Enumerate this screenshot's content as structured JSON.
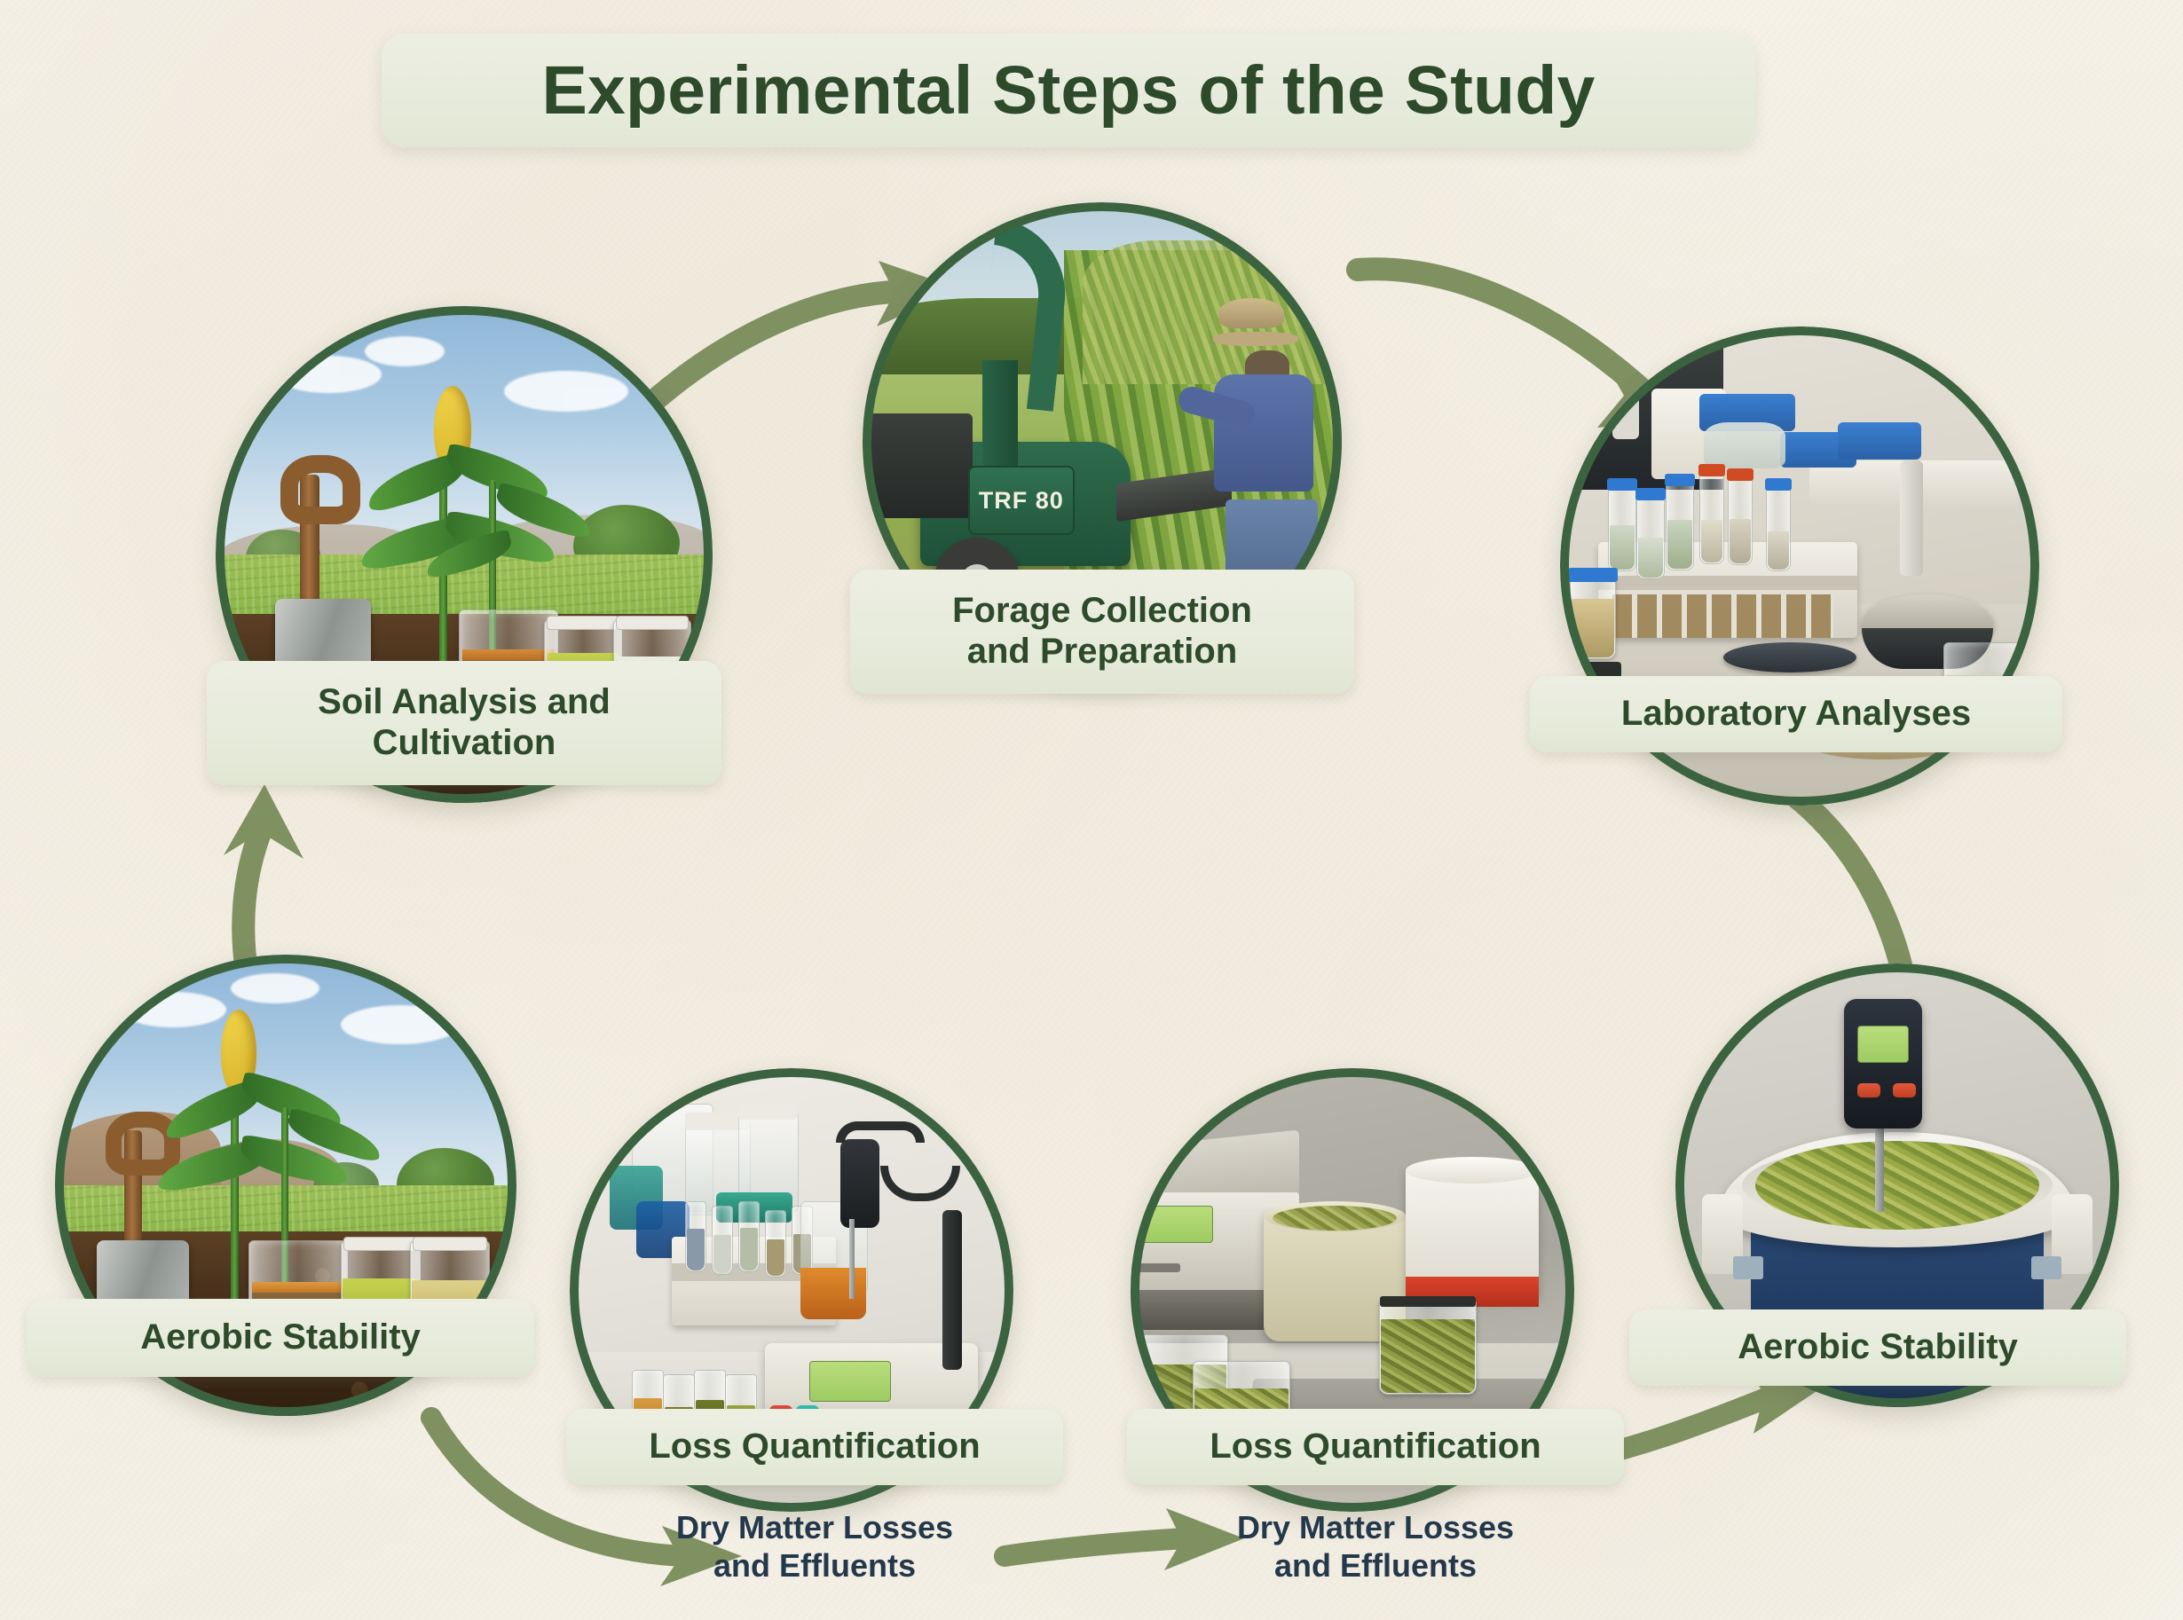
{
  "page": {
    "title": "Experimental Steps of the Study",
    "background_color": "#f6f2e8",
    "ring_color": "#3b6340",
    "arrow_color": "#7f9061",
    "chip_bg_color": "#e6ebdb",
    "chip_text_color": "#2d4a2b",
    "subtitle_text_color": "#24384c"
  },
  "steps": [
    {
      "id": "soil-analysis-and-cultivation",
      "label": "Soil Analysis and\nCultivation",
      "label_line1": "Soil Analysis and",
      "label_line2": "Cultivation",
      "subtitle": "",
      "image_description": "Garden spade in dark tilled soil beside a corn plant with a yellow ear, three sample jars with brown soil, green slurry and white liquid, green field and blue sky behind"
    },
    {
      "id": "forage-collection-and-preparation",
      "label": "Forage Collection\nand Preparation",
      "label_line1": "Forage Collection",
      "label_line2": "and Preparation",
      "subtitle": "",
      "machine_label": "TRF 80",
      "image_description": "Worker in blue shirt and tan hat feeding corn stalks into a green TRF 80 forage harvester in a field"
    },
    {
      "id": "laboratory-analyses",
      "label": "Laboratory Analyses",
      "label_line1": "Laboratory Analyses",
      "label_line2": "",
      "subtitle": "",
      "image_description": "Laboratory bench with a rack of sample tubes, blue-capped reagent bottles, petri dishes and ground sample containers"
    },
    {
      "id": "aerobic-stability-right",
      "label": "Aerobic Stability",
      "label_line1": "Aerobic Stability",
      "label_line2": "",
      "subtitle": "",
      "image_description": "Blue bucket mini-silo with white rim filled with chopped green silage and a digital thermometer probe inserted"
    },
    {
      "id": "loss-quantification-right",
      "label": "Loss Quantification",
      "label_line1": "Loss Quantification",
      "label_line2": "",
      "subtitle": "Dry Matter Losses\nand Effluents",
      "subtitle_line1": "Dry Matter Losses",
      "subtitle_line2": "and Effluents",
      "image_description": "Moisture analyser with green display, beige tub of forage, white container with red band and glass jars of silage on a metal tray"
    },
    {
      "id": "loss-quantification-left",
      "label": "Loss Quantification",
      "label_line1": "Loss Quantification",
      "label_line2": "",
      "subtitle": "Dry Matter Losses\nand Effluents",
      "subtitle_line1": "Dry Matter Losses",
      "subtitle_line2": "and Effluents",
      "image_description": "Bench pH meter with electrode arm and green display, test tubes of amber and olive effluent, rack of tubes and glassware"
    },
    {
      "id": "aerobic-stability-left",
      "label": "Aerobic Stability",
      "label_line1": "Aerobic Stability",
      "label_line2": "",
      "subtitle": "",
      "image_description": "Garden spade in dark soil with corn plant, hills in the background and three jars holding brown, green and yellow samples"
    }
  ],
  "arrows": [
    {
      "id": "arrow-soil-to-forage",
      "from": "soil-analysis-and-cultivation",
      "to": "forage-collection-and-preparation",
      "direction": "right"
    },
    {
      "id": "arrow-forage-to-lab",
      "from": "forage-collection-and-preparation",
      "to": "laboratory-analyses",
      "direction": "right"
    },
    {
      "id": "arrow-lab-to-aerobic-right",
      "from": "laboratory-analyses",
      "to": "aerobic-stability-right",
      "direction": "down"
    },
    {
      "id": "arrow-loss-right-to-aerobic-right",
      "from": "loss-quantification-right",
      "to": "aerobic-stability-right",
      "direction": "right"
    },
    {
      "id": "arrow-loss-left-to-loss-right",
      "from": "loss-quantification-left",
      "to": "loss-quantification-right",
      "direction": "right"
    },
    {
      "id": "arrow-aerobic-left-to-loss-left",
      "from": "aerobic-stability-left",
      "to": "loss-quantification-left",
      "direction": "right"
    },
    {
      "id": "arrow-aerobic-left-to-soil",
      "from": "aerobic-stability-left",
      "to": "soil-analysis-and-cultivation",
      "direction": "up"
    }
  ]
}
